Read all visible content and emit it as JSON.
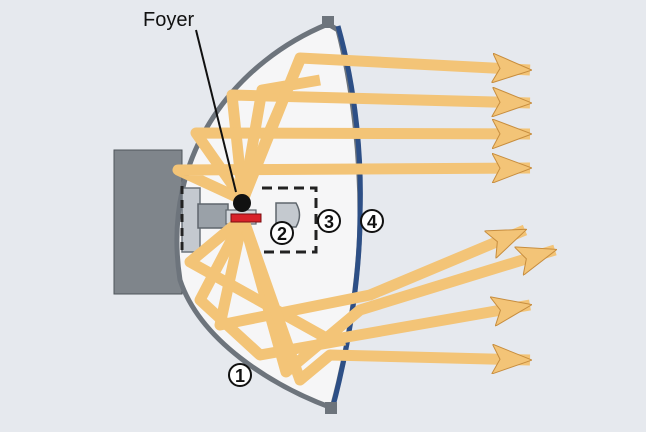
{
  "labels": {
    "focus": "Foyer",
    "n1": "1",
    "n2": "2",
    "n3": "3",
    "n4": "4"
  },
  "colors": {
    "background": "#e6e9ee",
    "reflector_outline": "#6d747c",
    "reflector_fill": "#f6f6f7",
    "base_block": "#7f858b",
    "lens": "#2d4f86",
    "light_ray": "#f3c477",
    "light_ray_edge": "#c78d3e",
    "filament": "#d8222a",
    "focus_dot": "#111111"
  }
}
